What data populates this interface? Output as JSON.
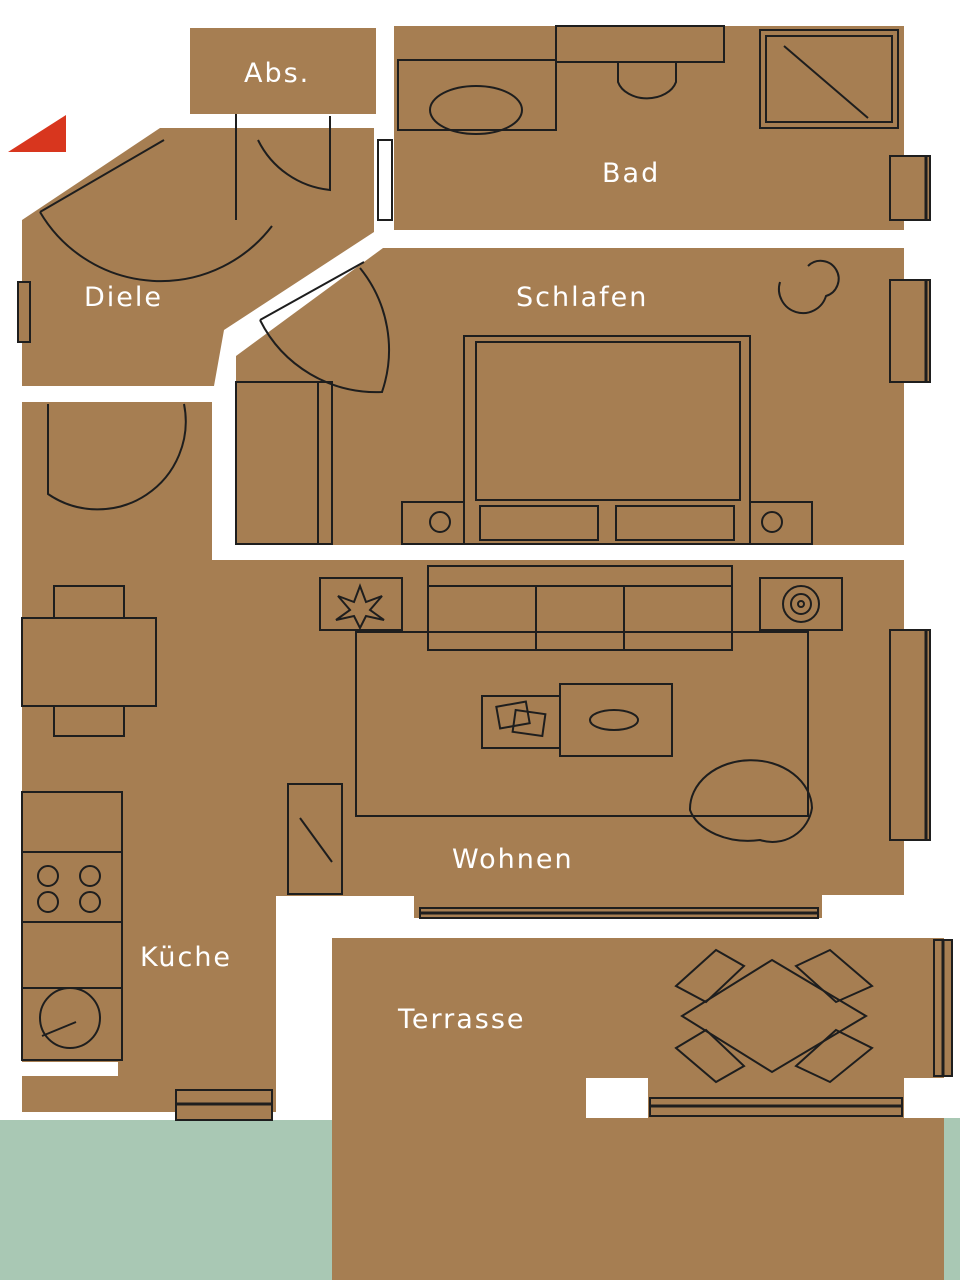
{
  "colors": {
    "floor": "#A67E52",
    "wall": "#FFFFFF",
    "line": "#1E1E1E",
    "garden": "#A9C8B4",
    "north_marker": "#D8361E"
  },
  "rooms": {
    "abs": "Abs.",
    "bad": "Bad",
    "diele": "Diele",
    "schlafen": "Schlafen",
    "wohnen": "Wohnen",
    "kueche": "Küche",
    "terrasse": "Terrasse"
  }
}
